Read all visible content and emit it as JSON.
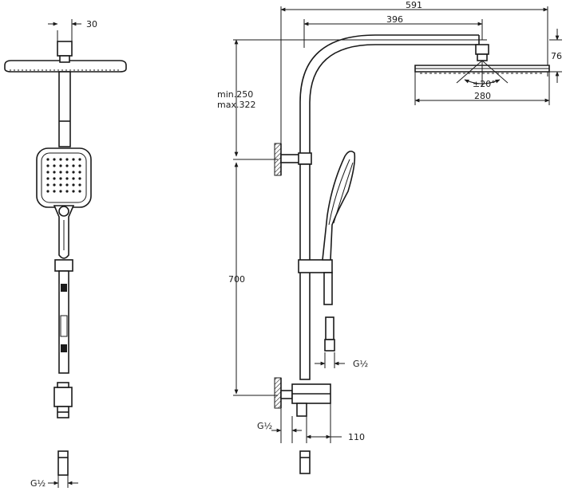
{
  "dimensions": {
    "nut_width": "30",
    "overall_width": "591",
    "arm_reach": "396",
    "head_height": "76",
    "head_diameter": "280",
    "tilt_angle": "±20°",
    "height_adjust_min": "min.250",
    "height_adjust_max": "max.322",
    "bar_length": "700",
    "thread_hand": "G½",
    "thread_front": "G½",
    "thread_mixer": "G½",
    "mixer_depth": "110"
  }
}
